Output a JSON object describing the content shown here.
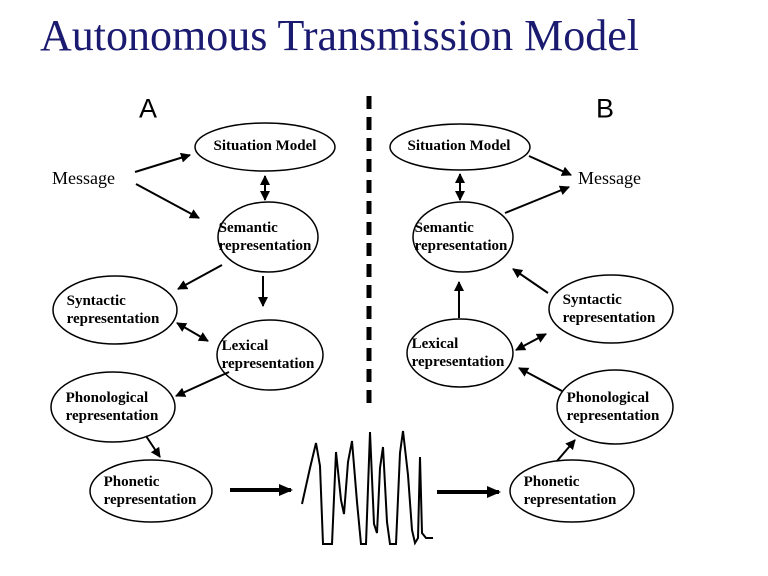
{
  "title": "Autonomous Transmission Model",
  "colors": {
    "background": "#ffffff",
    "title_text": "#1a1a70",
    "diagram_ink": "#000000"
  },
  "diagram": {
    "divider": {
      "style": "dashed-vertical-line"
    },
    "speech_signal": {
      "icon": "speech-waveform-icon"
    },
    "side_a": {
      "label": "A",
      "message_label": "Message",
      "nodes": [
        {
          "id": "situation-model",
          "lines": [
            "Situation Model"
          ]
        },
        {
          "id": "semantic-representation",
          "lines": [
            "Semantic",
            "representation"
          ]
        },
        {
          "id": "syntactic-representation",
          "lines": [
            "Syntactic",
            "representation"
          ]
        },
        {
          "id": "lexical-representation",
          "lines": [
            "Lexical",
            "representation"
          ]
        },
        {
          "id": "phonological-representation",
          "lines": [
            "Phonological",
            "representation"
          ]
        },
        {
          "id": "phonetic-representation",
          "lines": [
            "Phonetic",
            "representation"
          ]
        }
      ],
      "connections": [
        {
          "from": "message",
          "to": "situation-model",
          "type": "one-way"
        },
        {
          "from": "message",
          "to": "semantic-representation",
          "type": "one-way"
        },
        {
          "from": "situation-model",
          "to": "semantic-representation",
          "type": "two-way"
        },
        {
          "from": "semantic-representation",
          "to": "syntactic-representation",
          "type": "one-way"
        },
        {
          "from": "semantic-representation",
          "to": "lexical-representation",
          "type": "one-way"
        },
        {
          "from": "syntactic-representation",
          "to": "lexical-representation",
          "type": "two-way"
        },
        {
          "from": "lexical-representation",
          "to": "phonological-representation",
          "type": "one-way"
        },
        {
          "from": "phonological-representation",
          "to": "phonetic-representation",
          "type": "one-way"
        },
        {
          "from": "phonetic-representation",
          "to": "speech-signal",
          "type": "one-way"
        }
      ]
    },
    "side_b": {
      "label": "B",
      "message_label": "Message",
      "nodes": [
        {
          "id": "situation-model",
          "lines": [
            "Situation Model"
          ]
        },
        {
          "id": "semantic-representation",
          "lines": [
            "Semantic",
            "representation"
          ]
        },
        {
          "id": "syntactic-representation",
          "lines": [
            "Syntactic",
            "representation"
          ]
        },
        {
          "id": "lexical-representation",
          "lines": [
            "Lexical",
            "representation"
          ]
        },
        {
          "id": "phonological-representation",
          "lines": [
            "Phonological",
            "representation"
          ]
        },
        {
          "id": "phonetic-representation",
          "lines": [
            "Phonetic",
            "representation"
          ]
        }
      ],
      "connections": [
        {
          "from": "speech-signal",
          "to": "phonetic-representation",
          "type": "one-way"
        },
        {
          "from": "phonetic-representation",
          "to": "phonological-representation",
          "type": "one-way"
        },
        {
          "from": "phonological-representation",
          "to": "lexical-representation",
          "type": "one-way"
        },
        {
          "from": "lexical-representation",
          "to": "syntactic-representation",
          "type": "two-way"
        },
        {
          "from": "lexical-representation",
          "to": "semantic-representation",
          "type": "one-way"
        },
        {
          "from": "syntactic-representation",
          "to": "semantic-representation",
          "type": "one-way"
        },
        {
          "from": "situation-model",
          "to": "semantic-representation",
          "type": "two-way"
        },
        {
          "from": "situation-model",
          "to": "message",
          "type": "one-way"
        },
        {
          "from": "semantic-representation",
          "to": "message",
          "type": "one-way"
        }
      ]
    }
  }
}
